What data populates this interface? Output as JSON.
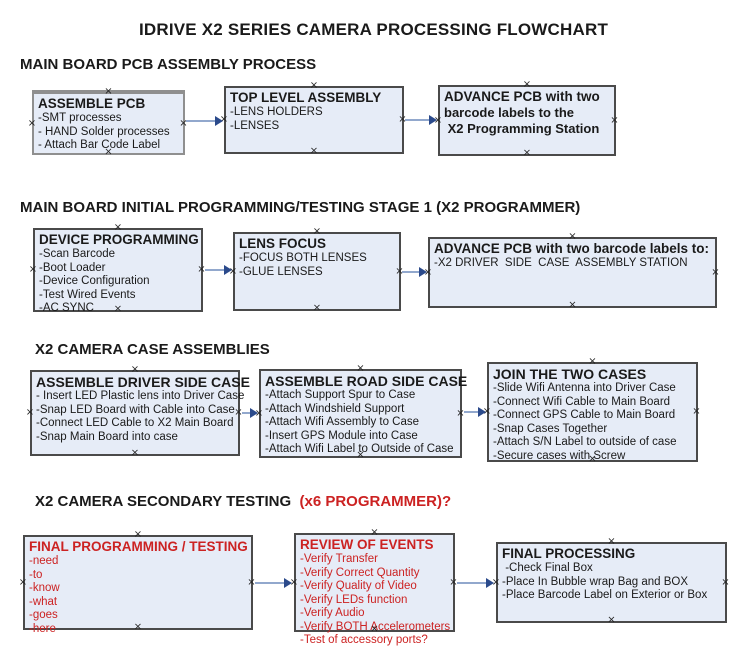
{
  "title": "IDRIVE X2  SERIES CAMERA PROCESSING FLOWCHART",
  "colors": {
    "box_fill": "#e6ecf7",
    "box_border": "#4a4a4a",
    "red": "#cc2222",
    "arrow_line": "#92a8cd",
    "arrow_head": "#2b4a8b"
  },
  "sections": [
    {
      "header": "MAIN BOARD PCB ASSEMBLY PROCESS",
      "boxes": [
        {
          "title": "ASSEMBLE PCB",
          "items": [
            "-SMT processes",
            "- HAND Solder processes",
            "- Attach Bar Code Label"
          ]
        },
        {
          "title": "TOP LEVEL ASSEMBLY",
          "items": [
            "-LENS HOLDERS",
            "-LENSES"
          ]
        },
        {
          "title": "ADVANCE PCB with two",
          "items": [
            "barcode labels to the",
            " X2 Programming Station"
          ]
        }
      ]
    },
    {
      "header": "MAIN BOARD INITIAL PROGRAMMING/TESTING STAGE 1 (X2 PROGRAMMER)",
      "boxes": [
        {
          "title": "DEVICE PROGRAMMING",
          "items": [
            "-Scan Barcode",
            "-Boot Loader",
            "-Device Configuration",
            "-Test Wired Events",
            "-AC SYNC"
          ]
        },
        {
          "title": "LENS FOCUS",
          "items": [
            "-FOCUS BOTH LENSES",
            "-GLUE LENSES"
          ]
        },
        {
          "title": "ADVANCE PCB with two barcode labels to:",
          "items": [
            "-X2 DRIVER  SIDE  CASE  ASSEMBLY STATION"
          ]
        }
      ]
    },
    {
      "header": "X2 CAMERA CASE ASSEMBLIES",
      "boxes": [
        {
          "title": "ASSEMBLE DRIVER SIDE CASE",
          "items": [
            "- Insert LED Plastic lens into Driver Case",
            "-Snap LED Board with Cable into Case",
            "-Connect LED Cable to X2 Main Board",
            "-Snap Main Board into case"
          ]
        },
        {
          "title": "ASSEMBLE ROAD SIDE CASE",
          "items": [
            "-Attach Support Spur to Case",
            "-Attach Windshield Support",
            "-Attach Wifi Assembly to Case",
            "-Insert GPS Module into Case",
            "-Attach Wifi Label to Outside of Case"
          ]
        },
        {
          "title": "JOIN THE TWO CASES",
          "items": [
            "-Slide Wifi Antenna into Driver Case",
            "-Connect Wifi Cable to Main Board",
            "-Connect GPS Cable to Main Board",
            "-Snap Cases Together",
            "-Attach S/N Label to outside of case",
            "-Secure cases with Screw"
          ]
        }
      ]
    },
    {
      "header": "X2 CAMERA SECONDARY TESTING ",
      "header_suffix": " (x6 PROGRAMMER)?",
      "boxes": [
        {
          "title": "FINAL PROGRAMMING / TESTING",
          "items": [
            "-need",
            "-to",
            "-know",
            "-what",
            "-goes",
            "-here"
          ]
        },
        {
          "title": "REVIEW OF EVENTS",
          "items": [
            "-Verify Transfer",
            "-Verify Correct Quantity",
            "-Verify Quality of Video",
            "-Verify LEDs function",
            "-Verify Audio",
            "-Verify BOTH Accelerometers",
            "-Test of accessory ports?"
          ]
        },
        {
          "title": "FINAL PROCESSING",
          "items": [
            " -Check Final Box",
            "-Place In Bubble wrap Bag and BOX",
            "-Place Barcode Label on Exterior or Box"
          ]
        }
      ]
    }
  ]
}
